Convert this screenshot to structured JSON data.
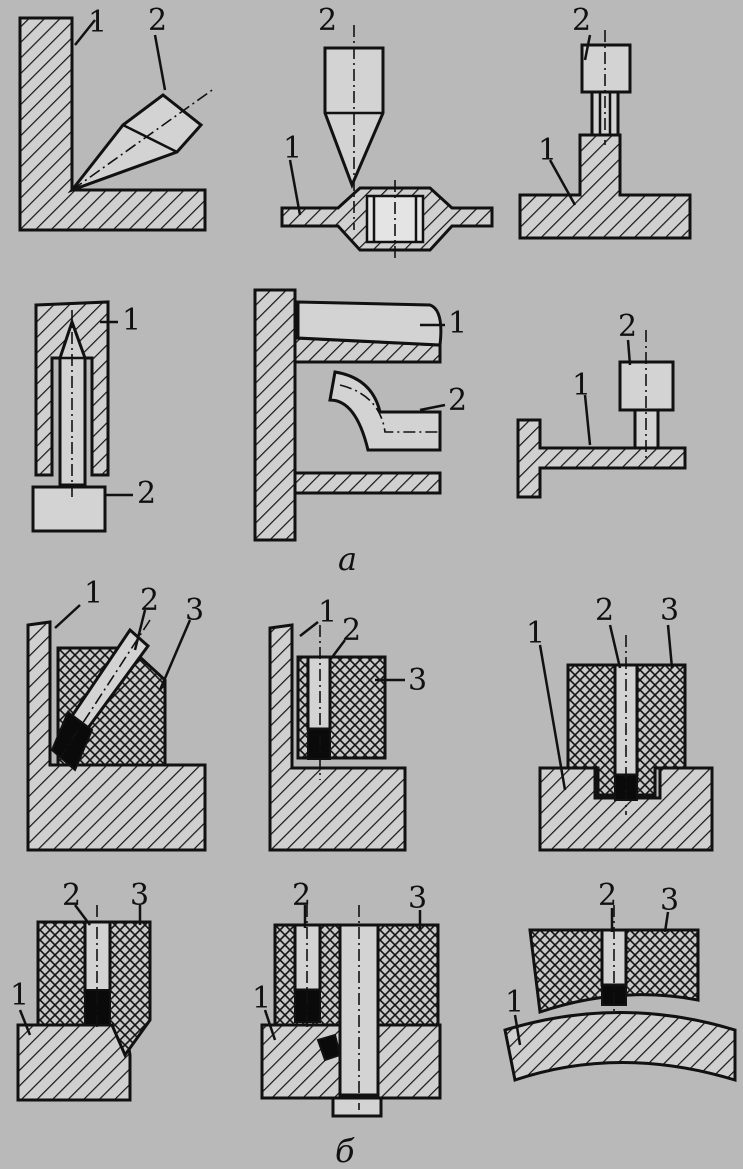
{
  "labels": {
    "one": "1",
    "two": "2",
    "three": "3"
  },
  "captions": {
    "a": "а",
    "b": "б"
  }
}
